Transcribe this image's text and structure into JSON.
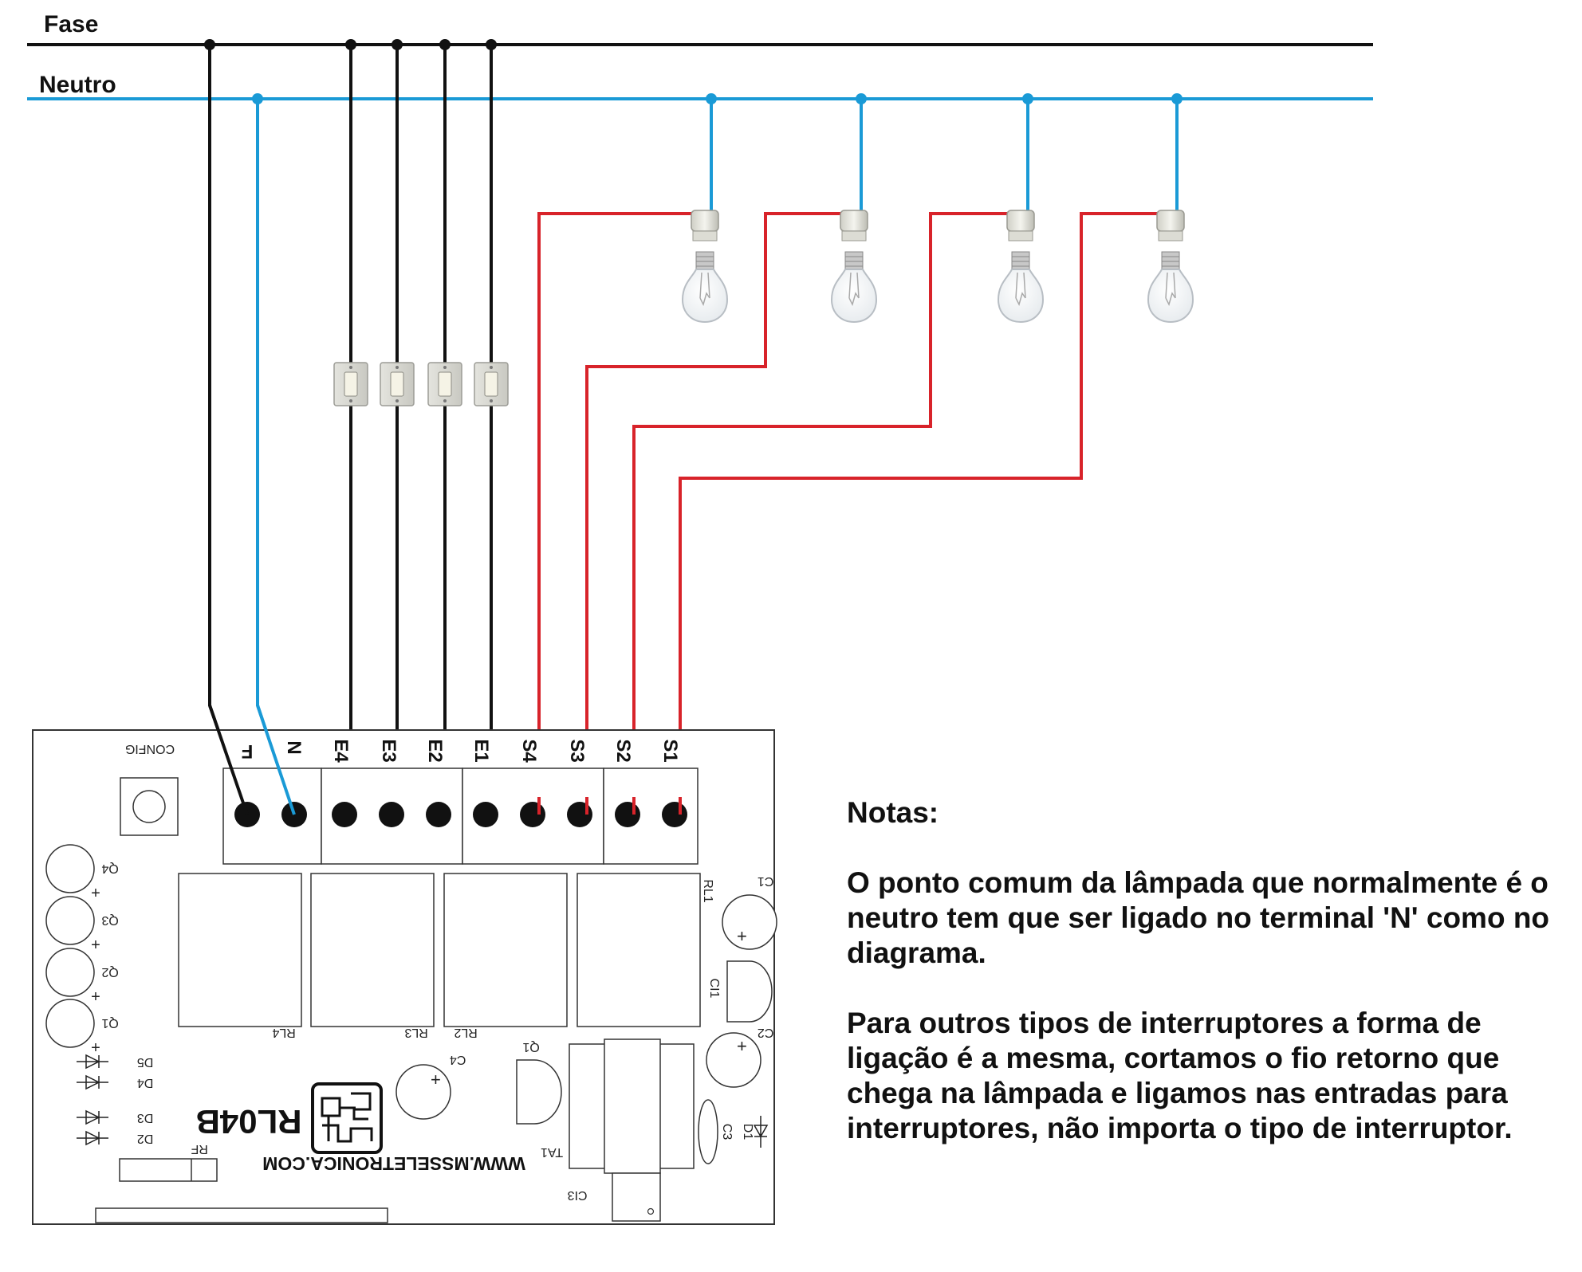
{
  "rails": {
    "fase_label": "Fase",
    "neutro_label": "Neutro"
  },
  "colors": {
    "fase": "#111111",
    "neutro": "#1a9ad6",
    "retorno": "#d8232a"
  },
  "terminals": [
    "F",
    "N",
    "E4",
    "E3",
    "E2",
    "E1",
    "S4",
    "S3",
    "S2",
    "S1"
  ],
  "board": {
    "model": "RL04B",
    "url": "WWW.MSSELETRONICA.COM",
    "config": "CONFIG",
    "rf": "RF",
    "relays": [
      "RL1",
      "RL2",
      "RL3",
      "RL4"
    ],
    "leds": [
      "Q1",
      "Q2",
      "Q3",
      "Q4"
    ],
    "diodes": [
      "D2",
      "D3",
      "D4",
      "D5"
    ],
    "caps": [
      "C1",
      "C2",
      "C3",
      "C4"
    ],
    "ics": [
      "CI1",
      "CI3"
    ],
    "misc": [
      "Q1",
      "TA1",
      "D1"
    ]
  },
  "notes": {
    "title": "Notas:",
    "p1": "O ponto comum da lâmpada que normalmente é o neutro tem que ser ligado no terminal 'N' como no diagrama.",
    "p2": "Para outros tipos de interruptores a forma de ligação é a mesma, cortamos o fio retorno que chega na lâmpada e ligamos nas entradas para interruptores, não importa o tipo de interruptor."
  }
}
